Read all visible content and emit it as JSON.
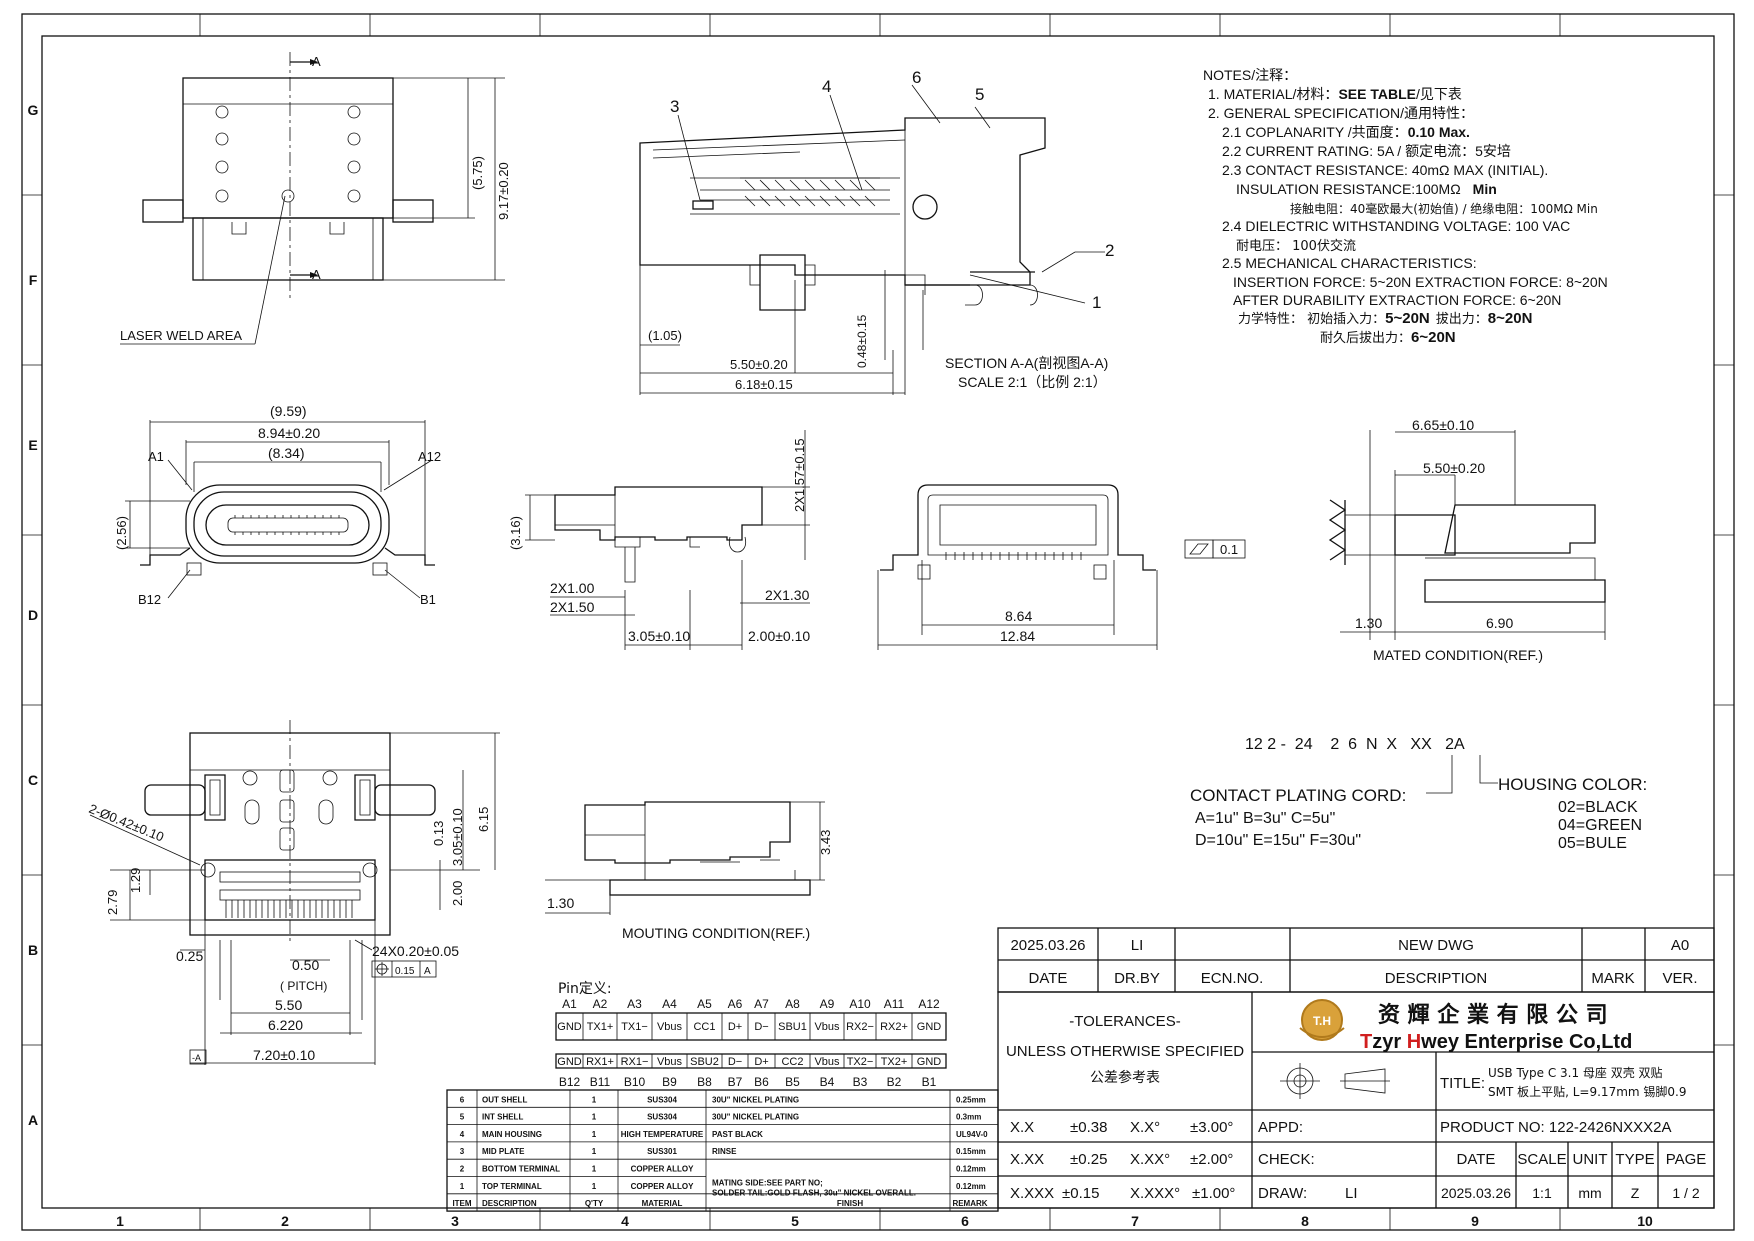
{
  "frame": {
    "cols": [
      "1",
      "2",
      "3",
      "4",
      "5",
      "6",
      "7",
      "8",
      "9",
      "10"
    ],
    "rows": [
      "G",
      "F",
      "E",
      "D",
      "C",
      "B",
      "A"
    ]
  },
  "notes": {
    "title": "NOTES/注释：",
    "material_label": "1.  MATERIAL/材料：",
    "material_value": "SEE  TABLE",
    "material_suffix": "/见下表",
    "general": "2.  GENERAL SPECIFICATION/通用特性：",
    "coplanarity_label": "2.1 COPLANARITY /共面度：",
    "coplanarity_value": "0.10  Max.",
    "current": "2.2 CURRENT RATING: 5A / 额定电流：5安培",
    "contact_res": "2.3 CONTACT RESISTANCE: 40mΩ MAX (INITIAL).",
    "insulation_label": "INSULATION RESISTANCE:100MΩ",
    "insulation_value": "Min",
    "contact_res_cn": "接触电阻：40毫欧最大(初始值) / 绝缘电阻：100MΩ  Min",
    "dielectric": "2.4 DIELECTRIC WITHSTANDING VOLTAGE: 100 VAC",
    "dielectric_cn": "耐电压：  100伏交流",
    "mechanical": "2.5 MECHANICAL CHARACTERISTICS:",
    "insertion": "INSERTION FORCE: 5~20N EXTRACTION FORCE: 8~20N",
    "durability": "AFTER DURABILITY EXTRACTION FORCE: 6~20N",
    "force_cn_label": "力学特性：  初始插入力：",
    "force_cn_v1": "5~20N",
    "force_cn_mid": "拔出力：",
    "force_cn_v2": "8~20N",
    "after_cn_label": "耐久后拔出力：",
    "after_cn_value": "6~20N"
  },
  "views": {
    "top": {
      "sec_a": "A",
      "laser": "LASER WELD AREA",
      "dim_575": "(5.75)",
      "dim_917": "9.17±0.20"
    },
    "section": {
      "callouts": [
        "1",
        "2",
        "3",
        "4",
        "5",
        "6"
      ],
      "dim_105": "(1.05)",
      "dim_550": "5.50±0.20",
      "dim_618": "6.18±0.15",
      "dim_048": "0.48±0.15",
      "title": "SECTION A-A(剖视图A-A)",
      "scale": "SCALE 2:1（比例 2:1）"
    },
    "front": {
      "dim_959": "(9.59)",
      "dim_894": "8.94±0.20",
      "dim_834": "(8.34)",
      "dim_256": "(2.56)",
      "a1": "A1",
      "a12": "A12",
      "b12": "B12",
      "b1": "B1"
    },
    "side": {
      "dim_316": "(3.16)",
      "dim_157": "2X1.57±0.15",
      "dim_100": "2X1.00",
      "dim_150": "2X1.50",
      "dim_130": "2X1.30",
      "dim_305": "3.05±0.10",
      "dim_200": "2.00±0.10"
    },
    "back": {
      "dim_864": "8.64",
      "dim_1284": "12.84",
      "flat": "0.1"
    },
    "mated": {
      "dim_665": "6.65±0.10",
      "dim_550": "5.50±0.20",
      "dim_130": "1.30",
      "dim_690": "6.90",
      "label": "MATED CONDITION(REF.)"
    },
    "pcb": {
      "holes": "2-Ø0.42±0.10",
      "dim_615": "6.15",
      "dim_305": "3.05±0.10",
      "dim_013": "0.13",
      "dim_200": "2.00",
      "dim_129": "1.29",
      "dim_279": "2.79",
      "dim_025": "0.25",
      "dim_050": "0.50",
      "pitch": "( PITCH)",
      "dim_24x": "24X0.20±0.05",
      "tol": "0.15",
      "datum": "A",
      "dim_5p50": "5.50",
      "dim_6220": "6.220",
      "dim_720": "7.20±0.10",
      "datum_tag": "-A"
    },
    "mount": {
      "dim_343": "3.43",
      "dim_130": "1.30",
      "label": "MOUTING CONDITION(REF.)"
    }
  },
  "part_code": {
    "code": "12 2 -  24    2  6  N  X   XX   2A",
    "plating_label": "CONTACT PLATING CORD:",
    "plating_1": "A=1u\"  B=3u\"  C=5u\"",
    "plating_2": "D=10u\"  E=15u\"  F=30u\"",
    "housing_label": "HOUSING COLOR:",
    "colors": [
      "02=BLACK",
      "04=GREEN",
      "05=BULE"
    ]
  },
  "pins": {
    "title": "Pin定义:",
    "top_ids": [
      "A1",
      "A2",
      "A3",
      "A4",
      "A5",
      "A6",
      "A7",
      "A8",
      "A9",
      "A10",
      "A11",
      "A12"
    ],
    "top_row": [
      "GND",
      "TX1+",
      "TX1−",
      "Vbus",
      "CC1",
      "D+",
      "D−",
      "SBU1",
      "Vbus",
      "RX2−",
      "RX2+",
      "GND"
    ],
    "bottom_row": [
      "GND",
      "RX1+",
      "RX1−",
      "Vbus",
      "SBU2",
      "D−",
      "D+",
      "CC2",
      "Vbus",
      "TX2−",
      "TX2+",
      "GND"
    ],
    "bottom_ids": [
      "B12",
      "B11",
      "B10",
      "B9",
      "B8",
      "B7",
      "B6",
      "B5",
      "B4",
      "B3",
      "B2",
      "B1"
    ]
  },
  "bom": {
    "header": [
      "ITEM",
      "DESCRIPTION",
      "Q'TY",
      "MATERIAL",
      "FINISH",
      "REMARK"
    ],
    "rows": [
      {
        "item": "6",
        "desc": "OUT SHELL",
        "qty": "1",
        "mat": "SUS304",
        "finish": "30U\" NICKEL PLATING",
        "remark": "0.25mm"
      },
      {
        "item": "5",
        "desc": "INT SHELL",
        "qty": "1",
        "mat": "SUS304",
        "finish": "30U\" NICKEL PLATING",
        "remark": "0.3mm"
      },
      {
        "item": "4",
        "desc": "MAIN HOUSING",
        "qty": "1",
        "mat": "HIGH TEMPERATURE",
        "finish": "PAST BLACK",
        "remark": "UL94V-0"
      },
      {
        "item": "3",
        "desc": "MID PLATE",
        "qty": "1",
        "mat": "SUS301",
        "finish": "RINSE",
        "remark": "0.15mm"
      },
      {
        "item": "2",
        "desc": "BOTTOM TERMINAL",
        "qty": "1",
        "mat": "COPPER ALLOY",
        "finish": "",
        "remark": "0.12mm"
      },
      {
        "item": "1",
        "desc": "TOP TERMINAL",
        "qty": "1",
        "mat": "COPPER ALLOY",
        "finish": "",
        "remark": "0.12mm"
      }
    ],
    "finish_merged_1": "MATING SIDE:SEE PART NO;",
    "finish_merged_2": "SOLDER TAIL:GOLD FLASH, 30u\" NICKEL OVERALL."
  },
  "revision": {
    "date": "2025.03.26",
    "drby": "LI",
    "ecn": "",
    "desc": "NEW DWG",
    "mark": "",
    "ver": "A0",
    "h_date": "DATE",
    "h_drby": "DR.BY",
    "h_ecn": "ECN.NO.",
    "h_desc": "DESCRIPTION",
    "h_mark": "MARK",
    "h_ver": "VER."
  },
  "title_block": {
    "tol_title": "-TOLERANCES-",
    "tol_sub": "UNLESS OTHERWISE SPECIFIED",
    "tol_cn": "公差参考表",
    "logo": "T.H",
    "company_cn": "资 輝 企 業 有 限 公 司",
    "company_t": "T",
    "company_zyr": "zyr ",
    "company_h": "H",
    "company_rest": "wey Enterprise Co,Ltd",
    "title_label": "TITLE:",
    "title_1": "USB Type C 3.1 母座 双壳 双贴",
    "title_2": "SMT 板上平贴, L=9.17mm 锡脚0.9",
    "tolerances": [
      {
        "k": "X.X",
        "v": "±0.38",
        "ak": "X.X°",
        "av": "±3.00°"
      },
      {
        "k": "X.XX",
        "v": "±0.25",
        "ak": "X.XX°",
        "av": "±2.00°"
      },
      {
        "k": "X.XXX",
        "v": "±0.15",
        "ak": "X.XXX°",
        "av": "±1.00°"
      }
    ],
    "appd": "APPD:",
    "check": "CHECK:",
    "draw": "DRAW:",
    "drawer": "LI",
    "product_no": "PRODUCT NO: 122-2426NXXX2A",
    "h_date": "DATE",
    "h_scale": "SCALE",
    "h_unit": "UNIT",
    "h_type": "TYPE",
    "h_page": "PAGE",
    "date": "2025.03.26",
    "scale": "1:1",
    "unit": "mm",
    "type": "Z",
    "page": "1 / 2"
  }
}
